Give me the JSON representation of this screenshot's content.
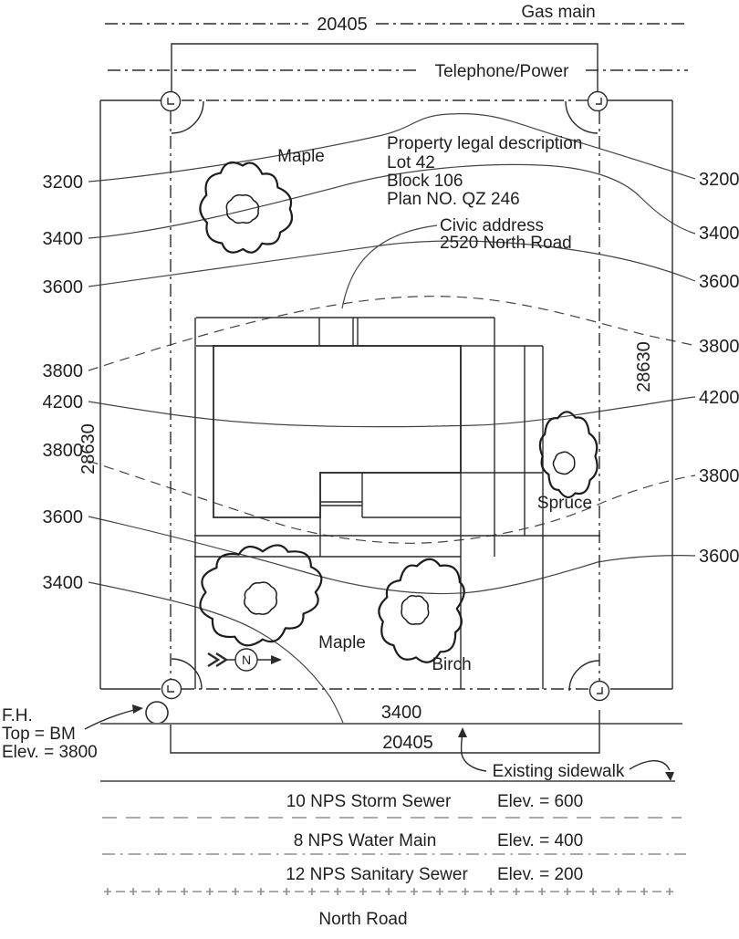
{
  "colors": {
    "line": "#2b2b2b",
    "contour": "#444444",
    "road_line": "#6e6e6e",
    "utility_line": "#8f8f8f",
    "building_fill": "#d3d3d3",
    "text": "#1f1f1f"
  },
  "top": {
    "gas_label": "Gas main",
    "gas_dim": "20405",
    "telephone_label": "Telephone/Power"
  },
  "legal": {
    "lines": [
      "Property legal description",
      "Lot 42",
      "Block 106",
      "Plan NO. QZ 246"
    ]
  },
  "civic": {
    "lines": [
      "Civic address",
      "2520 North Road"
    ]
  },
  "contours": {
    "left_labels": [
      "3200",
      "3400",
      "3600",
      "3800",
      "4200",
      "3800",
      "3600",
      "3400"
    ],
    "right_labels": [
      "3200",
      "3400",
      "3600",
      "3800",
      "4200",
      "3800",
      "3600"
    ]
  },
  "dims": {
    "west_side": "28630",
    "east_side": "28630",
    "bottom_inner": "3400",
    "bottom_outer": "20405"
  },
  "trees": {
    "maple_top": "Maple",
    "maple_bottom": "Maple",
    "birch": "Birch",
    "spruce": "Spruce"
  },
  "north": {
    "label": "N"
  },
  "benchmark": {
    "lines": [
      "F.H.",
      "Top = BM",
      "Elev. = 3800"
    ]
  },
  "sidewalk": {
    "label": "Existing sidewalk"
  },
  "utilities": [
    {
      "name": "10 NPS Storm Sewer",
      "elev": "Elev. = 600"
    },
    {
      "name": "8 NPS Water Main",
      "elev": "Elev. = 400"
    },
    {
      "name": "12 NPS Sanitary Sewer",
      "elev": "Elev. = 200"
    }
  ],
  "road": {
    "name": "North Road"
  }
}
